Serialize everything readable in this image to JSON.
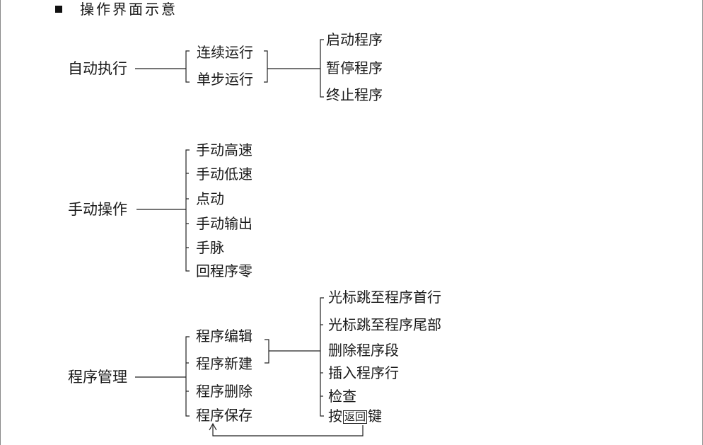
{
  "header": {
    "bullet": "■",
    "title": "操作界面示意"
  },
  "groups": [
    {
      "root": "自动执行",
      "modes": [
        "连续运行",
        "单步运行"
      ],
      "actions": [
        "启动程序",
        "暂停程序",
        "终止程序"
      ]
    },
    {
      "root": "手动操作",
      "modes": [
        "手动高速",
        "手动低速",
        "点动",
        "手动输出",
        "手脉",
        "回程序零"
      ]
    },
    {
      "root": "程序管理",
      "modes": [
        "程序编辑",
        "程序新建",
        "程序删除",
        "程序保存"
      ],
      "actions": [
        "光标跳至程序首行",
        "光标跳至程序尾部",
        "删除程序段",
        "插入程序行",
        "检查"
      ],
      "last_action": {
        "prefix": "按",
        "key": "返回",
        "suffix": "键"
      }
    }
  ]
}
